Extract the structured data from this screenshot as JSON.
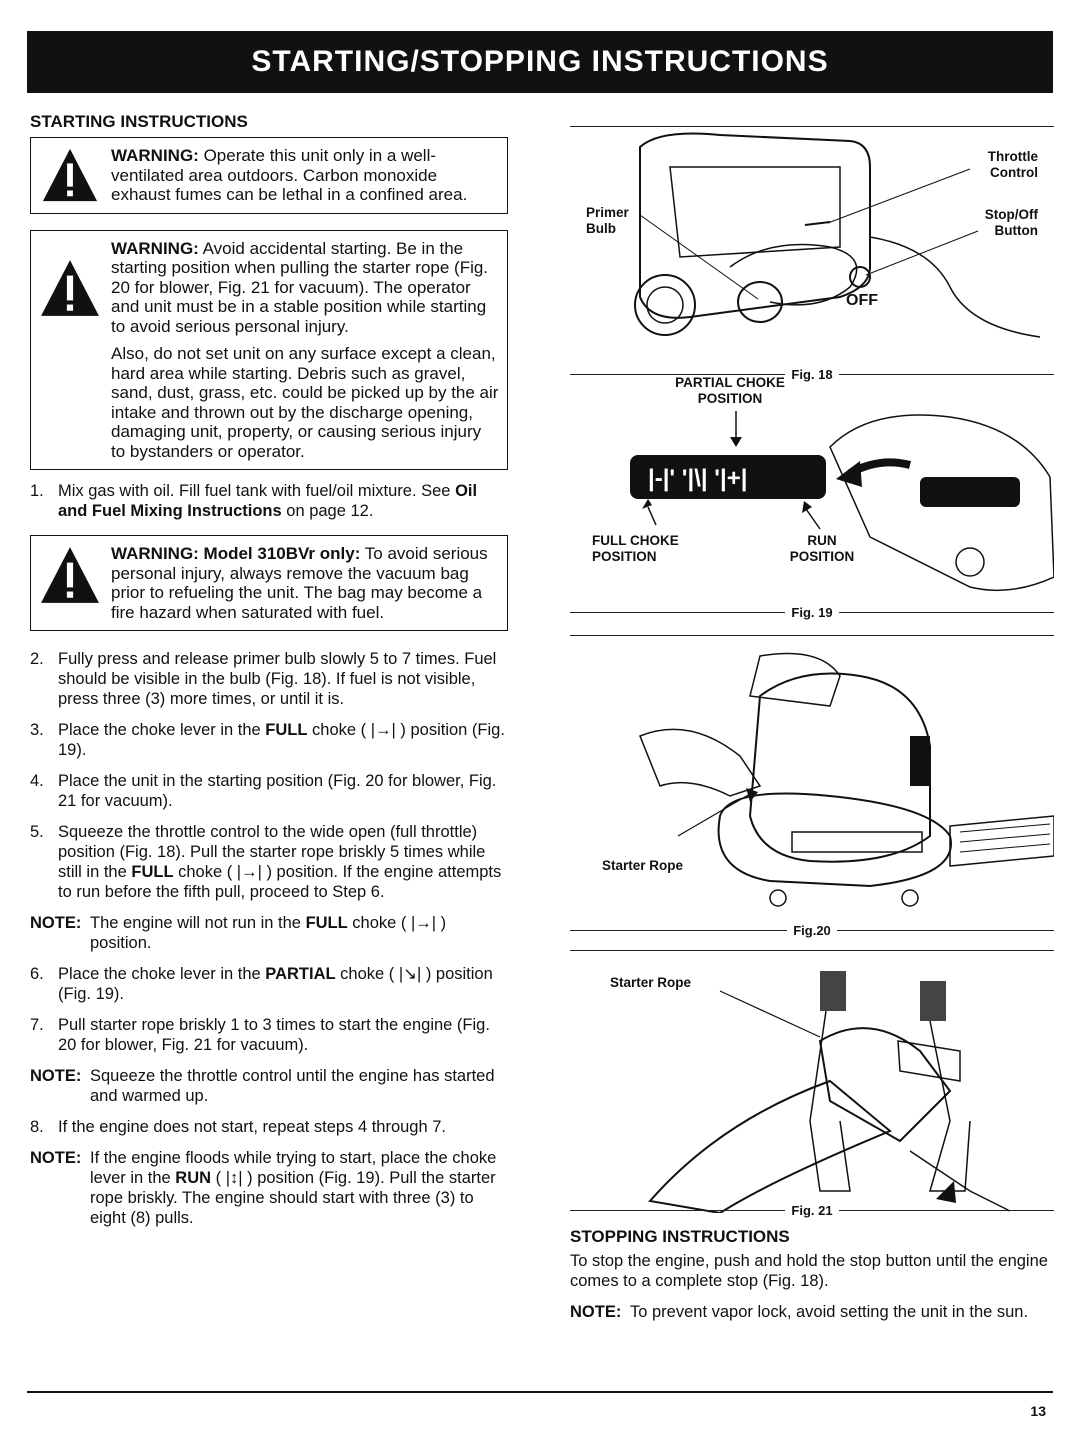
{
  "page": {
    "banner": "STARTING/STOPPING INSTRUCTIONS",
    "page_number": "13"
  },
  "starting": {
    "heading": "STARTING INSTRUCTIONS",
    "warning1": {
      "label": "WARNING:",
      "text": "Operate this unit only in a well-ventilated area outdoors. Carbon monoxide exhaust fumes can be lethal in a confined area."
    },
    "warning2": {
      "label": "WARNING:",
      "text": "Avoid accidental starting. Be in the starting position when pulling the starter rope (Fig. 20 for blower, Fig. 21 for vacuum). The operator and unit must be in a stable position while starting to avoid serious personal injury.",
      "text2": "Also, do not set unit on any surface except a clean, hard area while starting. Debris such as gravel, sand, dust, grass, etc. could be picked up by the air intake and thrown out by the discharge opening, damaging unit, property, or causing serious injury to bystanders or operator."
    },
    "step1": {
      "n": "1.",
      "a": "Mix gas with oil. Fill fuel tank with fuel/oil mixture. See ",
      "b": "Oil and Fuel Mixing Instructions",
      "c": " on page 12."
    },
    "warning3": {
      "label": "WARNING: Model 310BVr only:",
      "text": "To avoid serious personal injury, always remove the vacuum bag prior to refueling the unit. The bag may become a fire hazard when saturated with fuel."
    },
    "step2": {
      "n": "2.",
      "text": "Fully press and release primer bulb slowly 5 to 7 times. Fuel should be visible in the bulb (Fig. 18). If fuel is not visible, press three (3) more times, or until it is."
    },
    "step3": {
      "n": "3.",
      "a": "Place the choke lever in the ",
      "b": "FULL",
      "c": " choke ( |→| ) position (Fig. 19)."
    },
    "step4": {
      "n": "4.",
      "text": "Place the unit in the starting position (Fig. 20 for blower, Fig. 21 for vacuum)."
    },
    "step5": {
      "n": "5.",
      "a": "Squeeze the throttle control to the wide open (full throttle) position (Fig. 18). Pull the starter rope briskly 5 times while still in the ",
      "b": "FULL",
      "c": " choke ( |→| ) position. If the engine attempts to run before the fifth pull, proceed to Step 6."
    },
    "note1": {
      "label": "NOTE:",
      "a": "The engine will not run in the ",
      "b": "FULL",
      "c": " choke ( |→| ) position."
    },
    "step6": {
      "n": "6.",
      "a": "Place the choke lever in the ",
      "b": "PARTIAL",
      "c": " choke ( |↘| ) position (Fig. 19)."
    },
    "step7": {
      "n": "7.",
      "text": "Pull starter rope briskly 1 to 3 times to start the engine (Fig. 20 for blower, Fig. 21 for vacuum)."
    },
    "note2": {
      "label": "NOTE:",
      "text": "Squeeze the throttle control until the engine has started and warmed up."
    },
    "step8": {
      "n": "8.",
      "text": "If the engine does not start, repeat steps 4 through 7."
    },
    "note3": {
      "label": "NOTE:",
      "a": "If the engine floods while trying to start, place the choke lever in the ",
      "b": "RUN",
      "c": " ( |↕| ) position (Fig. 19). Pull the starter rope briskly. The engine should start with three (3) to eight (8) pulls."
    }
  },
  "figures": {
    "fig18": {
      "caption": "Fig. 18",
      "throttle": "Throttle Control",
      "stop": "Stop/Off Button",
      "primer": "Primer Bulb",
      "off_text": "OFF"
    },
    "fig19": {
      "caption": "Fig. 19",
      "partial": "PARTIAL CHOKE POSITION",
      "full": "FULL CHOKE POSITION",
      "run": "RUN POSITION"
    },
    "fig20": {
      "caption": "Fig.20",
      "starter": "Starter Rope"
    },
    "fig21": {
      "caption": "Fig. 21",
      "starter": "Starter Rope"
    }
  },
  "stopping": {
    "heading": "STOPPING INSTRUCTIONS",
    "text": "To stop the engine, push and hold the stop button until the engine comes to a complete stop (Fig. 18).",
    "note": {
      "label": "NOTE:",
      "text": "To prevent vapor lock, avoid setting the unit in the sun."
    }
  }
}
